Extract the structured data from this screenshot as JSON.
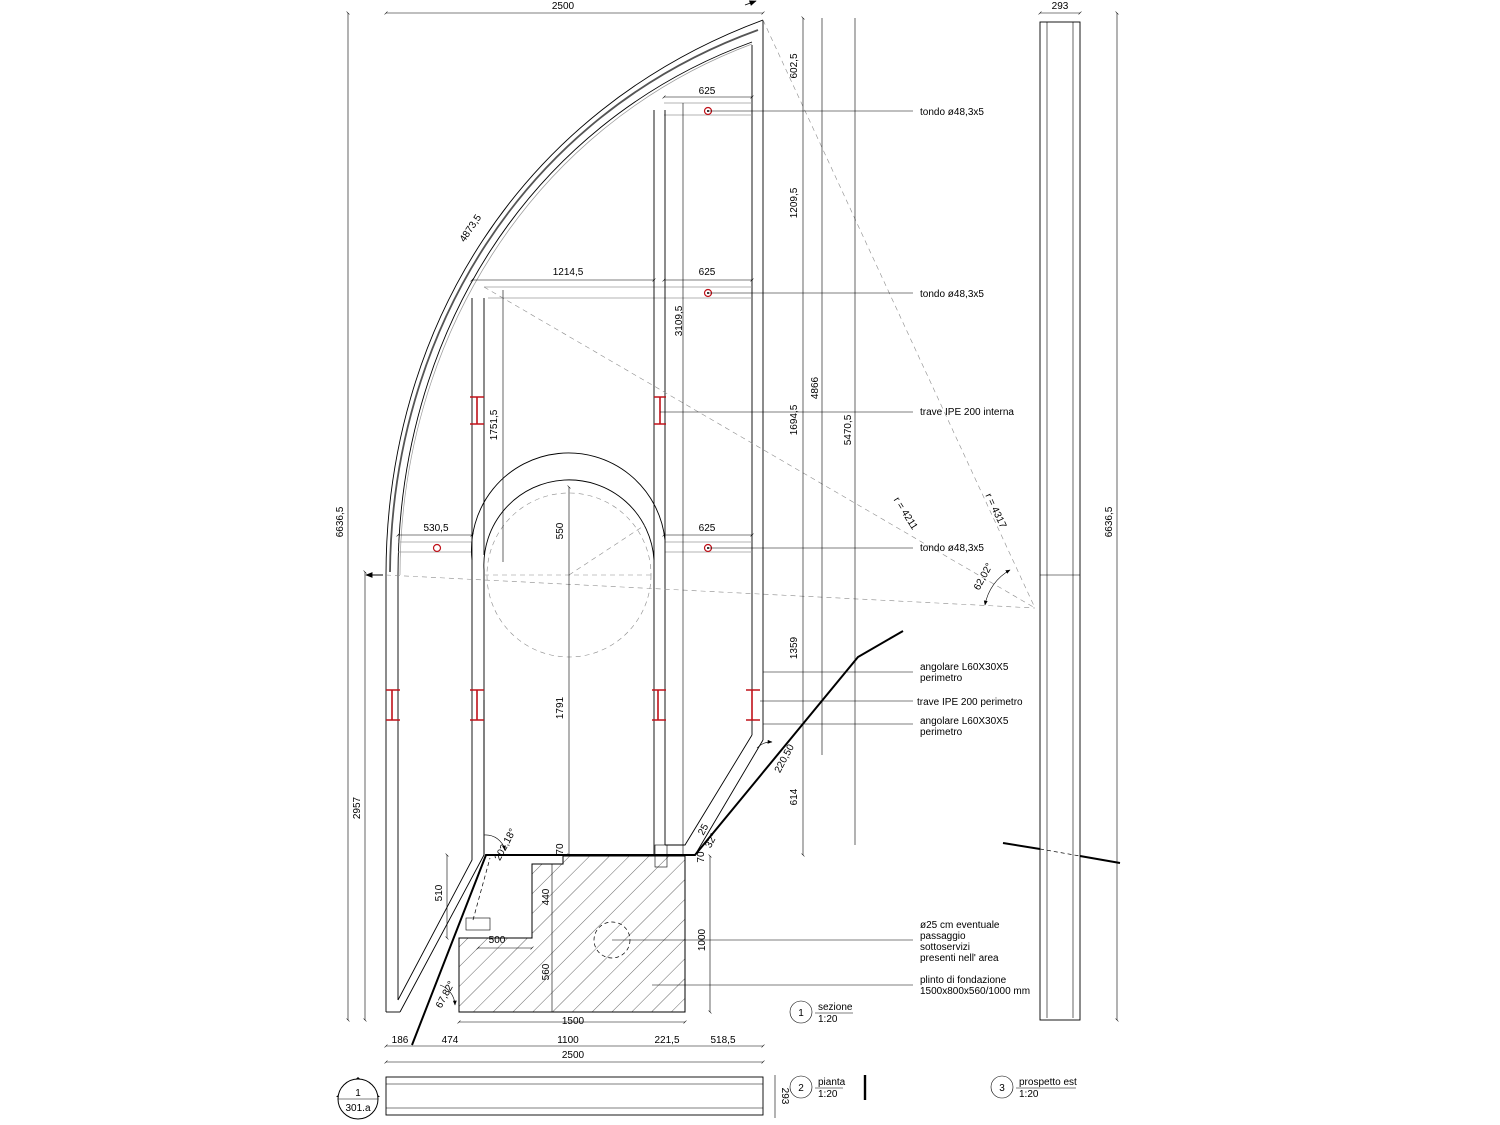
{
  "dimensions": {
    "top_width": "2500",
    "right_elev_width": "293",
    "arc_length": "4873,5",
    "d_602": "602,5",
    "d_625_a": "625",
    "d_1209": "1209,5",
    "d_1214": "1214,5",
    "d_625_b": "625",
    "d_3109": "3109,5",
    "d_4866": "4866",
    "d_5470": "5470,5",
    "d_1694": "1694,5",
    "d_1751": "1751,5",
    "d_530": "530,5",
    "d_550": "550",
    "d_625_c": "625",
    "d_1359": "1359",
    "d_1791": "1791",
    "d_614": "614",
    "d_6636_left": "6636,5",
    "d_6636_right": "6636,5",
    "d_2957": "2957",
    "d_220": "220,50",
    "d_70_a": "70",
    "d_70_b": "70",
    "d_25": "25",
    "d_510": "510",
    "d_440": "440",
    "d_500": "500",
    "d_560": "560",
    "d_1000": "1000",
    "d_1500": "1500",
    "d_186": "186",
    "d_474": "474",
    "d_1100": "1100",
    "d_221": "221,5",
    "d_518": "518,5",
    "bottom_width": "2500",
    "d_293_plan": "293",
    "radius_1": "r = 4211",
    "radius_2": "r = 4317",
    "angle_62": "62,02°",
    "angle_202": "202,18°",
    "angle_32": "32°",
    "angle_67": "67,82°"
  },
  "annotations": {
    "tondo_1": "tondo ø48,3x5",
    "tondo_2": "tondo ø48,3x5",
    "tondo_3": "tondo ø48,3x5",
    "trave_interna": "trave IPE 200 interna",
    "angolare_1_l1": "angolare   L60X30X5",
    "angolare_1_l2": "perimetro",
    "trave_perimetro": "trave IPE 200 perimetro",
    "angolare_2_l1": "angolare   L60X30X5",
    "angolare_2_l2": "perimetro",
    "passaggio_l1": "ø25 cm eventuale",
    "passaggio_l2": "passaggio",
    "passaggio_l3": "sottoservizi",
    "passaggio_l4": "presenti nell' area",
    "plinto_l1": "plinto di fondazione",
    "plinto_l2": "1500x800x560/1000 mm"
  },
  "views": [
    {
      "number": "1",
      "name": "sezione",
      "scale": "1:20"
    },
    {
      "number": "2",
      "name": "pianta",
      "scale": "1:20"
    },
    {
      "number": "3",
      "name": "prospetto est",
      "scale": "1:20"
    }
  ],
  "section_marker": {
    "number": "1",
    "sheet": "301.a"
  },
  "colors": {
    "line": "#000000",
    "steel_section": "#c0121a",
    "construction": "#8c8c8c"
  }
}
